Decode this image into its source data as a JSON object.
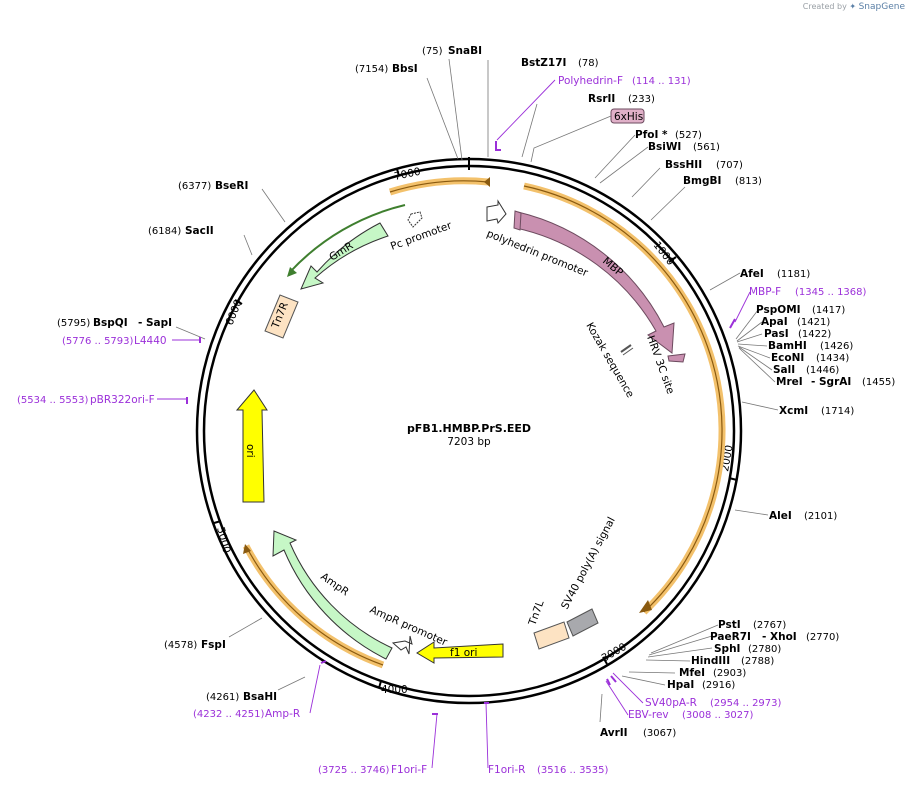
{
  "credit": {
    "prefix": "Created by",
    "brand": "SnapGene"
  },
  "plasmid": {
    "name": "pFB1.HMBP.PrS.EED",
    "size": "7203 bp",
    "length": 7203
  },
  "ticks": [
    "1000",
    "2000",
    "3000",
    "4000",
    "5000",
    "6000",
    "7000"
  ],
  "sites": [
    {
      "name": "SnaBI",
      "pos": "(75)"
    },
    {
      "name": "BstZ17I",
      "pos": "(78)"
    },
    {
      "name": "RsrII",
      "pos": "(233)"
    },
    {
      "name": "PfoI *",
      "pos": "(527)"
    },
    {
      "name": "BsiWI",
      "pos": "(561)"
    },
    {
      "name": "BssHII",
      "pos": "(707)"
    },
    {
      "name": "BmgBI",
      "pos": "(813)"
    },
    {
      "name": "AfeI",
      "pos": "(1181)"
    },
    {
      "name": "PspOMI",
      "pos": "(1417)"
    },
    {
      "name": "ApaI",
      "pos": "(1421)"
    },
    {
      "name": "PasI",
      "pos": "(1422)"
    },
    {
      "name": "BamHI",
      "pos": "(1426)"
    },
    {
      "name": "EcoNI",
      "pos": "(1434)"
    },
    {
      "name": "SalI",
      "pos": "(1446)"
    },
    {
      "name": "MreI",
      "name2": "SgrAI",
      "pos": "(1455)"
    },
    {
      "name": "XcmI",
      "pos": "(1714)"
    },
    {
      "name": "AleI",
      "pos": "(2101)"
    },
    {
      "name": "PstI",
      "pos": "(2767)"
    },
    {
      "name": "PaeR7I",
      "name2": "XhoI",
      "pos": "(2770)"
    },
    {
      "name": "SphI",
      "pos": "(2780)"
    },
    {
      "name": "HindIII",
      "pos": "(2788)"
    },
    {
      "name": "MfeI",
      "pos": "(2903)"
    },
    {
      "name": "HpaI",
      "pos": "(2916)"
    },
    {
      "name": "AvrII",
      "pos": "(3067)"
    },
    {
      "name": "FspI",
      "pos": "(4578)"
    },
    {
      "name": "BsaHI",
      "pos": "(4261)"
    },
    {
      "name": "BspQI",
      "name2": "SapI",
      "pos": "(5795)"
    },
    {
      "name": "SacII",
      "pos": "(6184)"
    },
    {
      "name": "BseRI",
      "pos": "(6377)"
    },
    {
      "name": "BbsI",
      "pos": "(7154)"
    }
  ],
  "primers": [
    {
      "name": "Polyhedrin-F",
      "range": "(114 .. 131)"
    },
    {
      "name": "MBP-F",
      "range": "(1345 .. 1368)"
    },
    {
      "name": "SV40pA-R",
      "range": "(2954 .. 2973)"
    },
    {
      "name": "EBV-rev",
      "range": "(3008 .. 3027)"
    },
    {
      "name": "F1ori-R",
      "range": "(3516 .. 3535)"
    },
    {
      "name": "F1ori-F",
      "range": "(3725 .. 3746)"
    },
    {
      "name": "Amp-R",
      "range": "(4232 .. 4251)"
    },
    {
      "name": "pBR322ori-F",
      "range": "(5534 .. 5553)"
    },
    {
      "name": "L4440",
      "range": "(5776 .. 5793)"
    }
  ],
  "features": {
    "his": "6xHis",
    "polyhedrin": "polyhedrin promoter",
    "mbp": "MBP",
    "kozak": "Kozak sequence",
    "hrv": "HRV 3C site",
    "tn7l": "Tn7L",
    "sv40": "SV40 poly(A) signal",
    "f1ori": "f1 ori",
    "amprPromoter": "AmpR promoter",
    "ampr": "AmpR",
    "ori": "ori",
    "tn7r": "Tn7R",
    "gmr": "GmR",
    "pc": "Pc promoter"
  },
  "colors": {
    "backbone": "#000000",
    "mbp": "#c990b0",
    "orange": "#f3c16b",
    "gmr": "#c6f7c6",
    "ampr": "#c6f7c6",
    "ori": "#ffff00",
    "tn7": "#fde3c3",
    "sv40": "#a8a9ad",
    "primer": "#9b30d9"
  }
}
